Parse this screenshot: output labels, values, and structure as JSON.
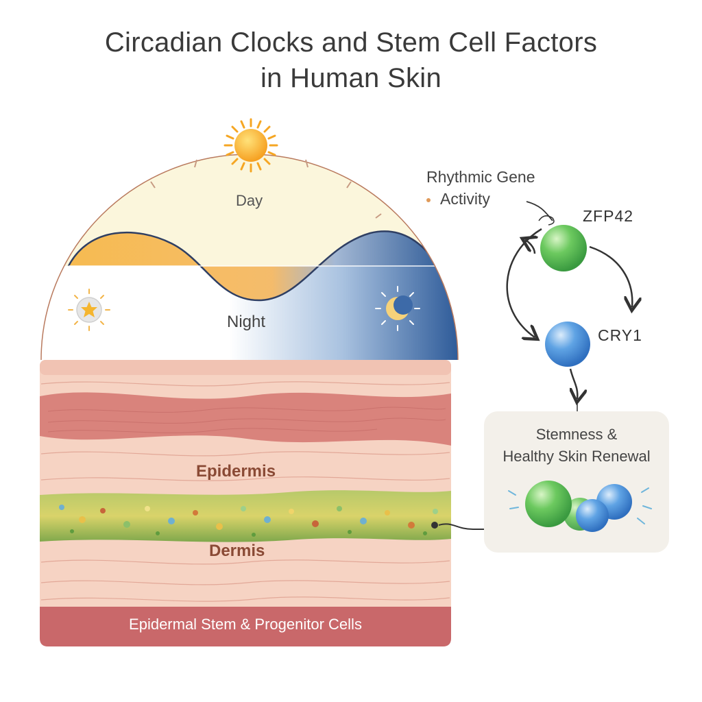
{
  "title": {
    "line1": "Circadian Clocks and Stem Cell Factors",
    "line2": "in Human Skin"
  },
  "clock": {
    "day_label": "Day",
    "night_label": "Night",
    "icons": [
      "sun-icon",
      "star-icon",
      "moon-icon"
    ]
  },
  "skin": {
    "epidermis_label": "Epidermis",
    "dermis_label": "Dermis",
    "stem_band_label": "Epidermal Stem & Progenitor Cells"
  },
  "pathway": {
    "rhythm_line1": "Rhythmic Gene",
    "rhythm_line2": "Activity",
    "gene1": "ZFP42",
    "gene2": "CRY1",
    "result_line1": "Stemness &",
    "result_line2": "Healthy Skin Renewal"
  },
  "colors": {
    "day_sky": "#fbf6dc",
    "day_wave": "#f7b94e",
    "night_blue": "#2d5a98",
    "zfp42_green": "#5bc25a",
    "cry1_blue": "#4b90d8",
    "dermis_band": "#c9686a"
  }
}
